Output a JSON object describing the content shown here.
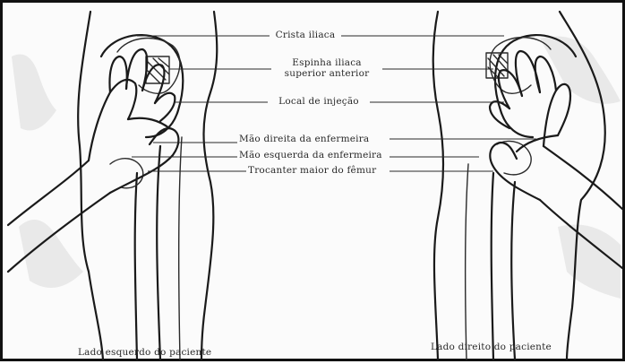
{
  "labels": {
    "crista_iliaca": "Crista iliaca",
    "espinha_line1": "Espinha iliaca",
    "espinha_line2": "superior anterior",
    "local_injecao": "Local de injeção",
    "mao_direita": "Mão direita da enfermeira",
    "mao_esquerda": "Mão esquerda da enfermeira",
    "trocanter": "Trocanter maior do fêmur"
  },
  "captions": {
    "left": "Lado esquerdo do paciente",
    "right": "Lado direito do paciente"
  }
}
